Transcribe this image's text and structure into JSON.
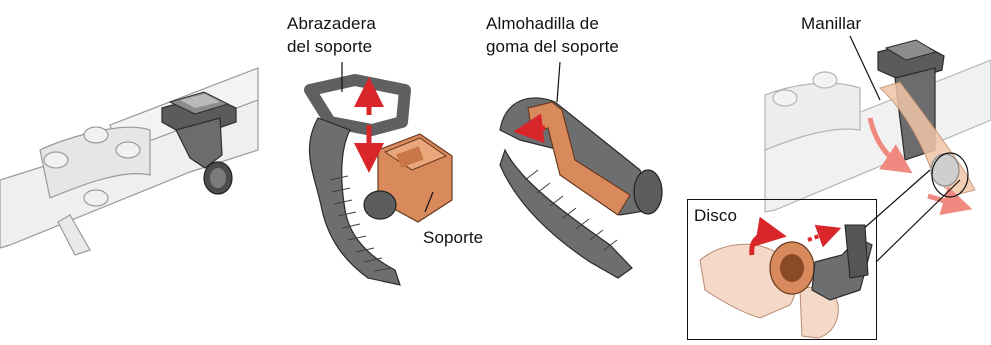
{
  "labels": {
    "bracket_band_line1": "Abrazadera",
    "bracket_band_line2": "del soporte",
    "rubber_pad_line1": "Almohadilla de",
    "rubber_pad_line2": "goma del soporte",
    "bracket": "Soporte",
    "handlebar": "Manillar",
    "dial": "Disco"
  },
  "colors": {
    "bracket_orange": "#d98a5c",
    "arrow_red": "#d9262b",
    "handlebar_gray": "#ededed",
    "band_gray": "#6d6e70"
  }
}
